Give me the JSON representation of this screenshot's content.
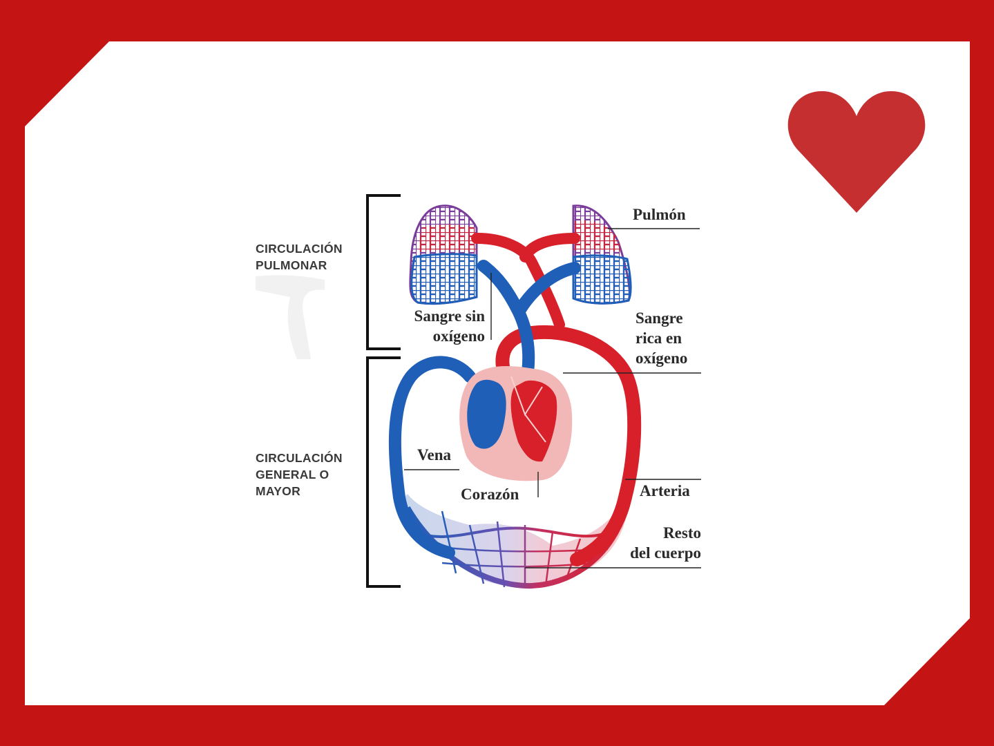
{
  "colors": {
    "frame": "#c41414",
    "panel": "#ffffff",
    "heart": "#c62f2f",
    "oxygenated": "#d8202a",
    "deoxygenated": "#1f5fb8",
    "heart_tissue": "#f2b8b8"
  },
  "icons": {
    "corner": "heart-icon"
  },
  "sections": {
    "pulmonary": {
      "line1": "CIRCULACIÓN",
      "line2": "PULMONAR"
    },
    "systemic": {
      "line1": "CIRCULACIÓN",
      "line2": "GENERAL O",
      "line3": "MAYOR"
    }
  },
  "labels": {
    "pulmon": "Pulmón",
    "sangre_sin_1": "Sangre sin",
    "sangre_sin_2": "oxígeno",
    "sangre_rica_1": "Sangre",
    "sangre_rica_2": "rica en",
    "sangre_rica_3": "oxígeno",
    "vena": "Vena",
    "corazon": "Corazón",
    "arteria": "Arteria",
    "resto_1": "Resto",
    "resto_2": "del cuerpo"
  }
}
